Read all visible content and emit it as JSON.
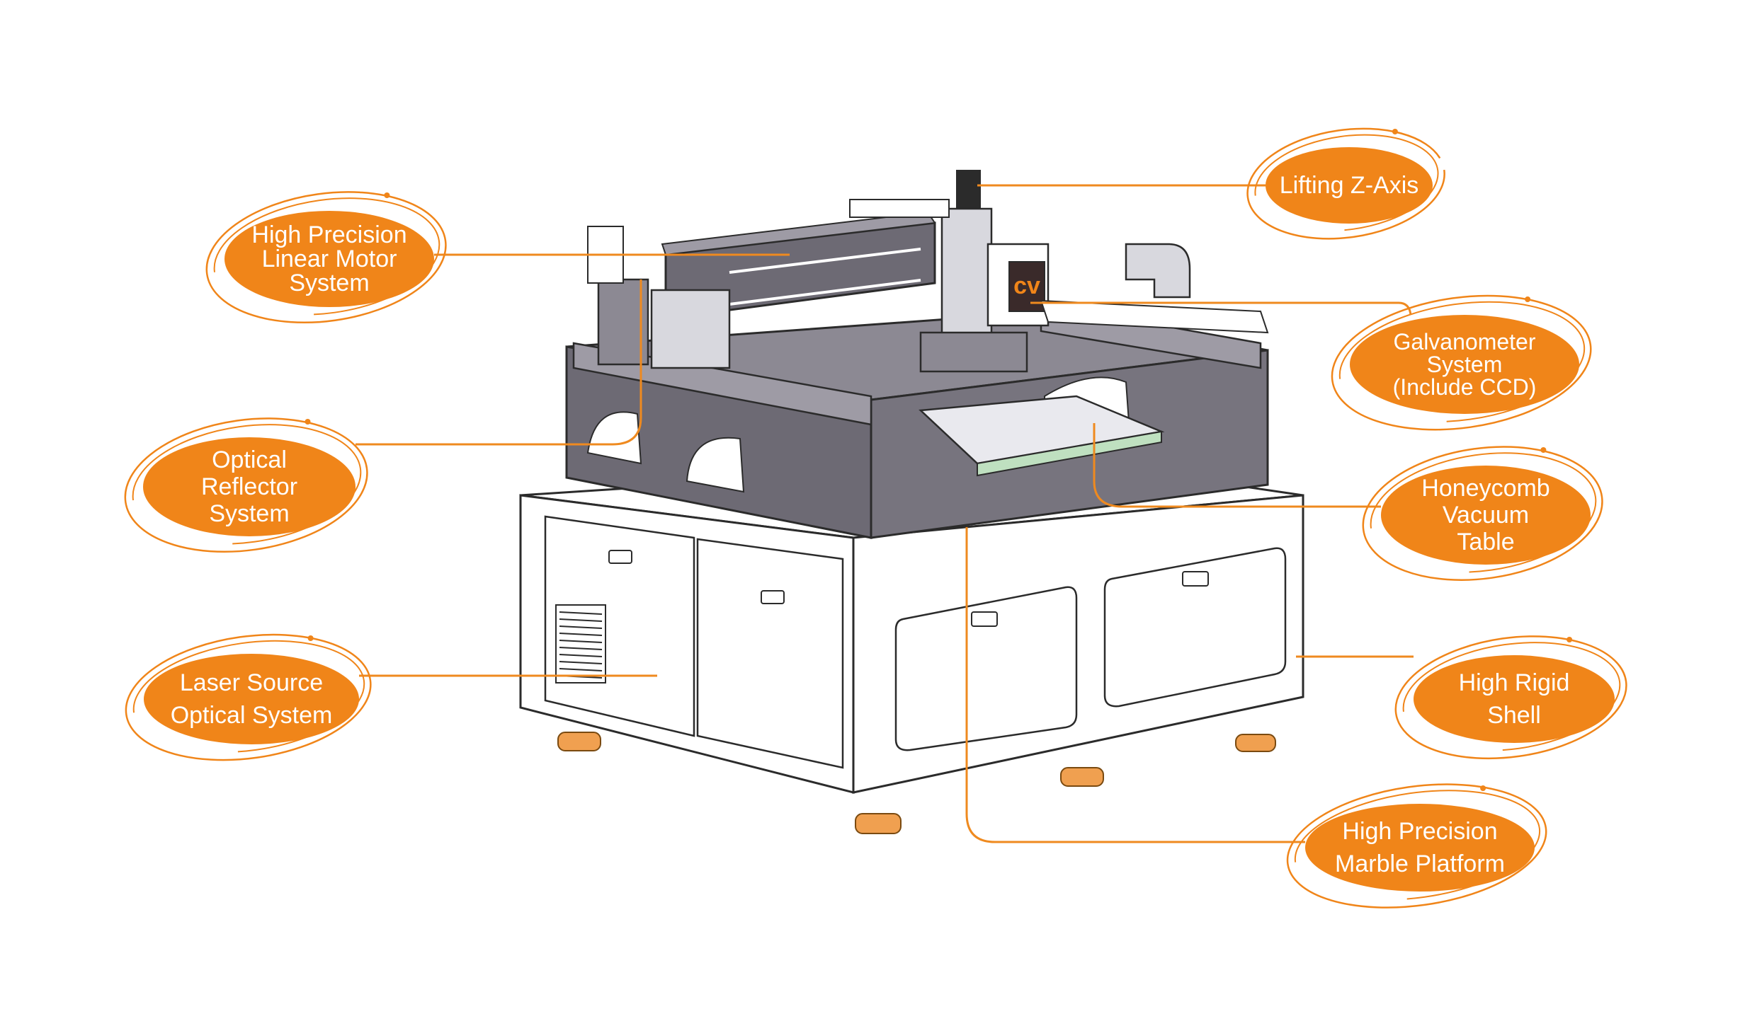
{
  "colors": {
    "accent": "#f08519",
    "line": "#ef8a1f",
    "machine_dark": "#6d6a74",
    "machine_mid": "#8c8993",
    "outline": "#2b2b2b",
    "cabinet": "#ffffff",
    "foot": "#f0a050"
  },
  "callouts": [
    {
      "id": "lifting-z-axis",
      "lines": [
        "Lifting Z-Axis"
      ]
    },
    {
      "id": "high-precision-linear-motor",
      "lines": [
        "High Precision",
        "Linear Motor",
        "System"
      ]
    },
    {
      "id": "galvanometer-system",
      "lines": [
        "Galvanometer",
        "System",
        "(Include CCD)"
      ]
    },
    {
      "id": "optical-reflector",
      "lines": [
        "Optical",
        "Reflector",
        "System"
      ]
    },
    {
      "id": "honeycomb-vacuum-table",
      "lines": [
        "Honeycomb",
        "Vacuum",
        "Table"
      ]
    },
    {
      "id": "laser-source-optical",
      "lines": [
        "Laser Source",
        "Optical System"
      ]
    },
    {
      "id": "high-rigid-shell",
      "lines": [
        "High Rigid",
        "Shell"
      ]
    },
    {
      "id": "high-precision-marble-platform",
      "lines": [
        "High Precision",
        "Marble Platform"
      ]
    }
  ]
}
